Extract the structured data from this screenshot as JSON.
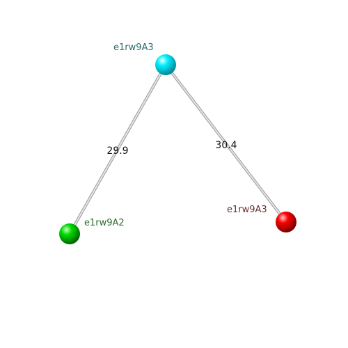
{
  "graph": {
    "nodes": [
      {
        "id": "top",
        "label": "e1rw9A3",
        "color": "#00e5ee",
        "label_color": "#2e6b6b"
      },
      {
        "id": "left",
        "label": "e1rw9A2",
        "color": "#00cc00",
        "label_color": "#2e6b2e"
      },
      {
        "id": "right",
        "label": "e1rw9A3",
        "color": "#ee0000",
        "label_color": "#6b2e2e"
      }
    ],
    "edges": [
      {
        "source": "top",
        "target": "left",
        "label": "29.9"
      },
      {
        "source": "top",
        "target": "right",
        "label": "30.4"
      }
    ],
    "edge_color": "#c8c8c8"
  }
}
